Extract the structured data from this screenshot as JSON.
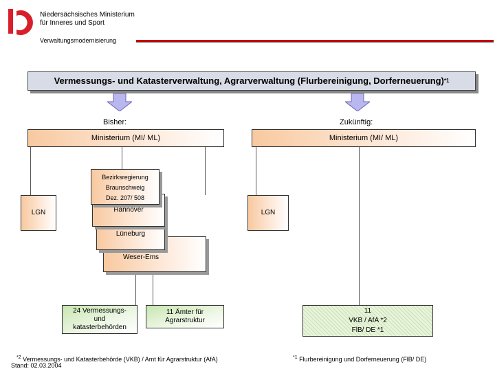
{
  "header": {
    "ministry_line1": "Niedersächsisches Ministerium",
    "ministry_line2": "für Inneres und Sport",
    "department": "Verwaltungsmodernisierung"
  },
  "title": "Vermessungs- und Katasterverwaltung, Agrarverwaltung (Flurbereinigung, Dorferneuerung)",
  "title_sup": "*1",
  "left": {
    "label": "Bisher:",
    "ministry": "Ministerium (MI/ ML)",
    "lgn": "LGN",
    "region_braunschweig_l1": "Bezirksregierung",
    "region_braunschweig_l2": "Braunschweig",
    "dez": "Dez. 207/ 508",
    "region_hannover": "Hannover",
    "region_lueneburg": "Lüneburg",
    "region_weser_ems": "Weser-Ems",
    "vkb_l1": "24 Vermessungs-",
    "vkb_l2": "und",
    "vkb_l3": "katasterbehörden",
    "afa_l1": "11 Ämter für",
    "afa_l2": "Agrarstruktur"
  },
  "right": {
    "label": "Zukünftig:",
    "ministry": "Ministerium (MI/ ML)",
    "lgn": "LGN",
    "box_l1": "11",
    "box_l2": "VKB / AfA *2",
    "box_l3": "FlB/ DE *1"
  },
  "footnotes": {
    "fn2_mark": "*2",
    "fn2": "Vermessungs- und Katasterbehörde (VKB) / Amt für Agrarstruktur (AfA)",
    "fn1_mark": "*1",
    "fn1": "Flurbereinigung und Dorferneuerung (FlB/ DE)",
    "date": "Stand: 02.03.2004"
  },
  "colors": {
    "logo": "#d8202a",
    "header_rule": "#c00000",
    "arrow": "#b9b6f0"
  }
}
